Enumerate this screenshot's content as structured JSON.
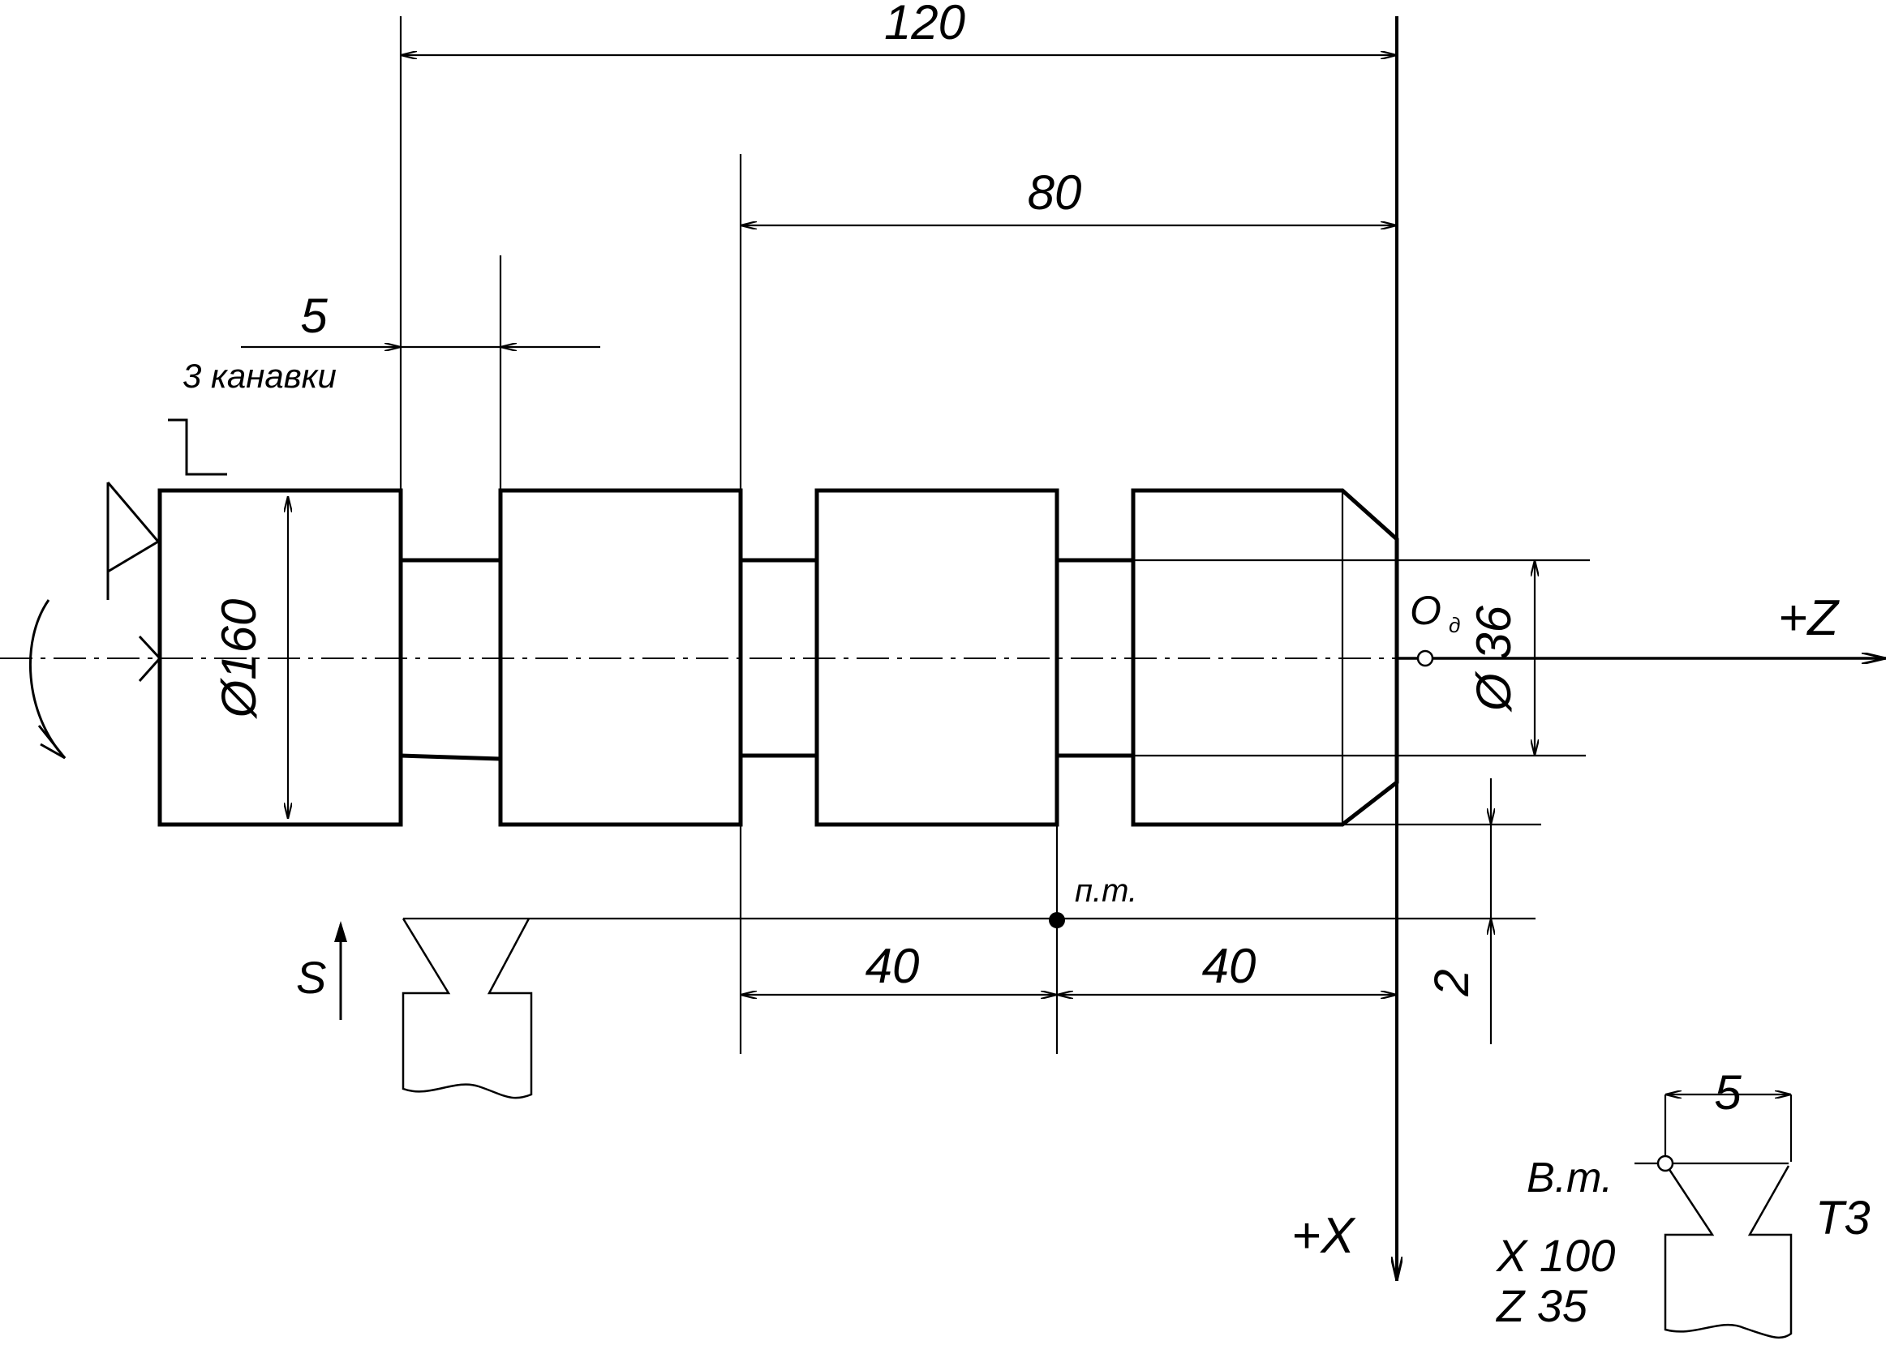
{
  "dims": {
    "overall": "120",
    "step": "80",
    "groove_width": "5",
    "grooves_note": "3 канавки",
    "dia_left": "Ø160",
    "dia_right": "Ø 36",
    "seg1": "40",
    "seg2": "40",
    "offset": "2",
    "tool_width": "5"
  },
  "labels": {
    "origin": "O",
    "origin_sub": "д",
    "axis_z": "+Z",
    "axis_x": "+X",
    "feed": "S",
    "tool_change_point": "п.т.",
    "vertex_point": "В.т.",
    "tool_number": "Т3",
    "coord_x": "X 100",
    "coord_z": "Z 35"
  }
}
